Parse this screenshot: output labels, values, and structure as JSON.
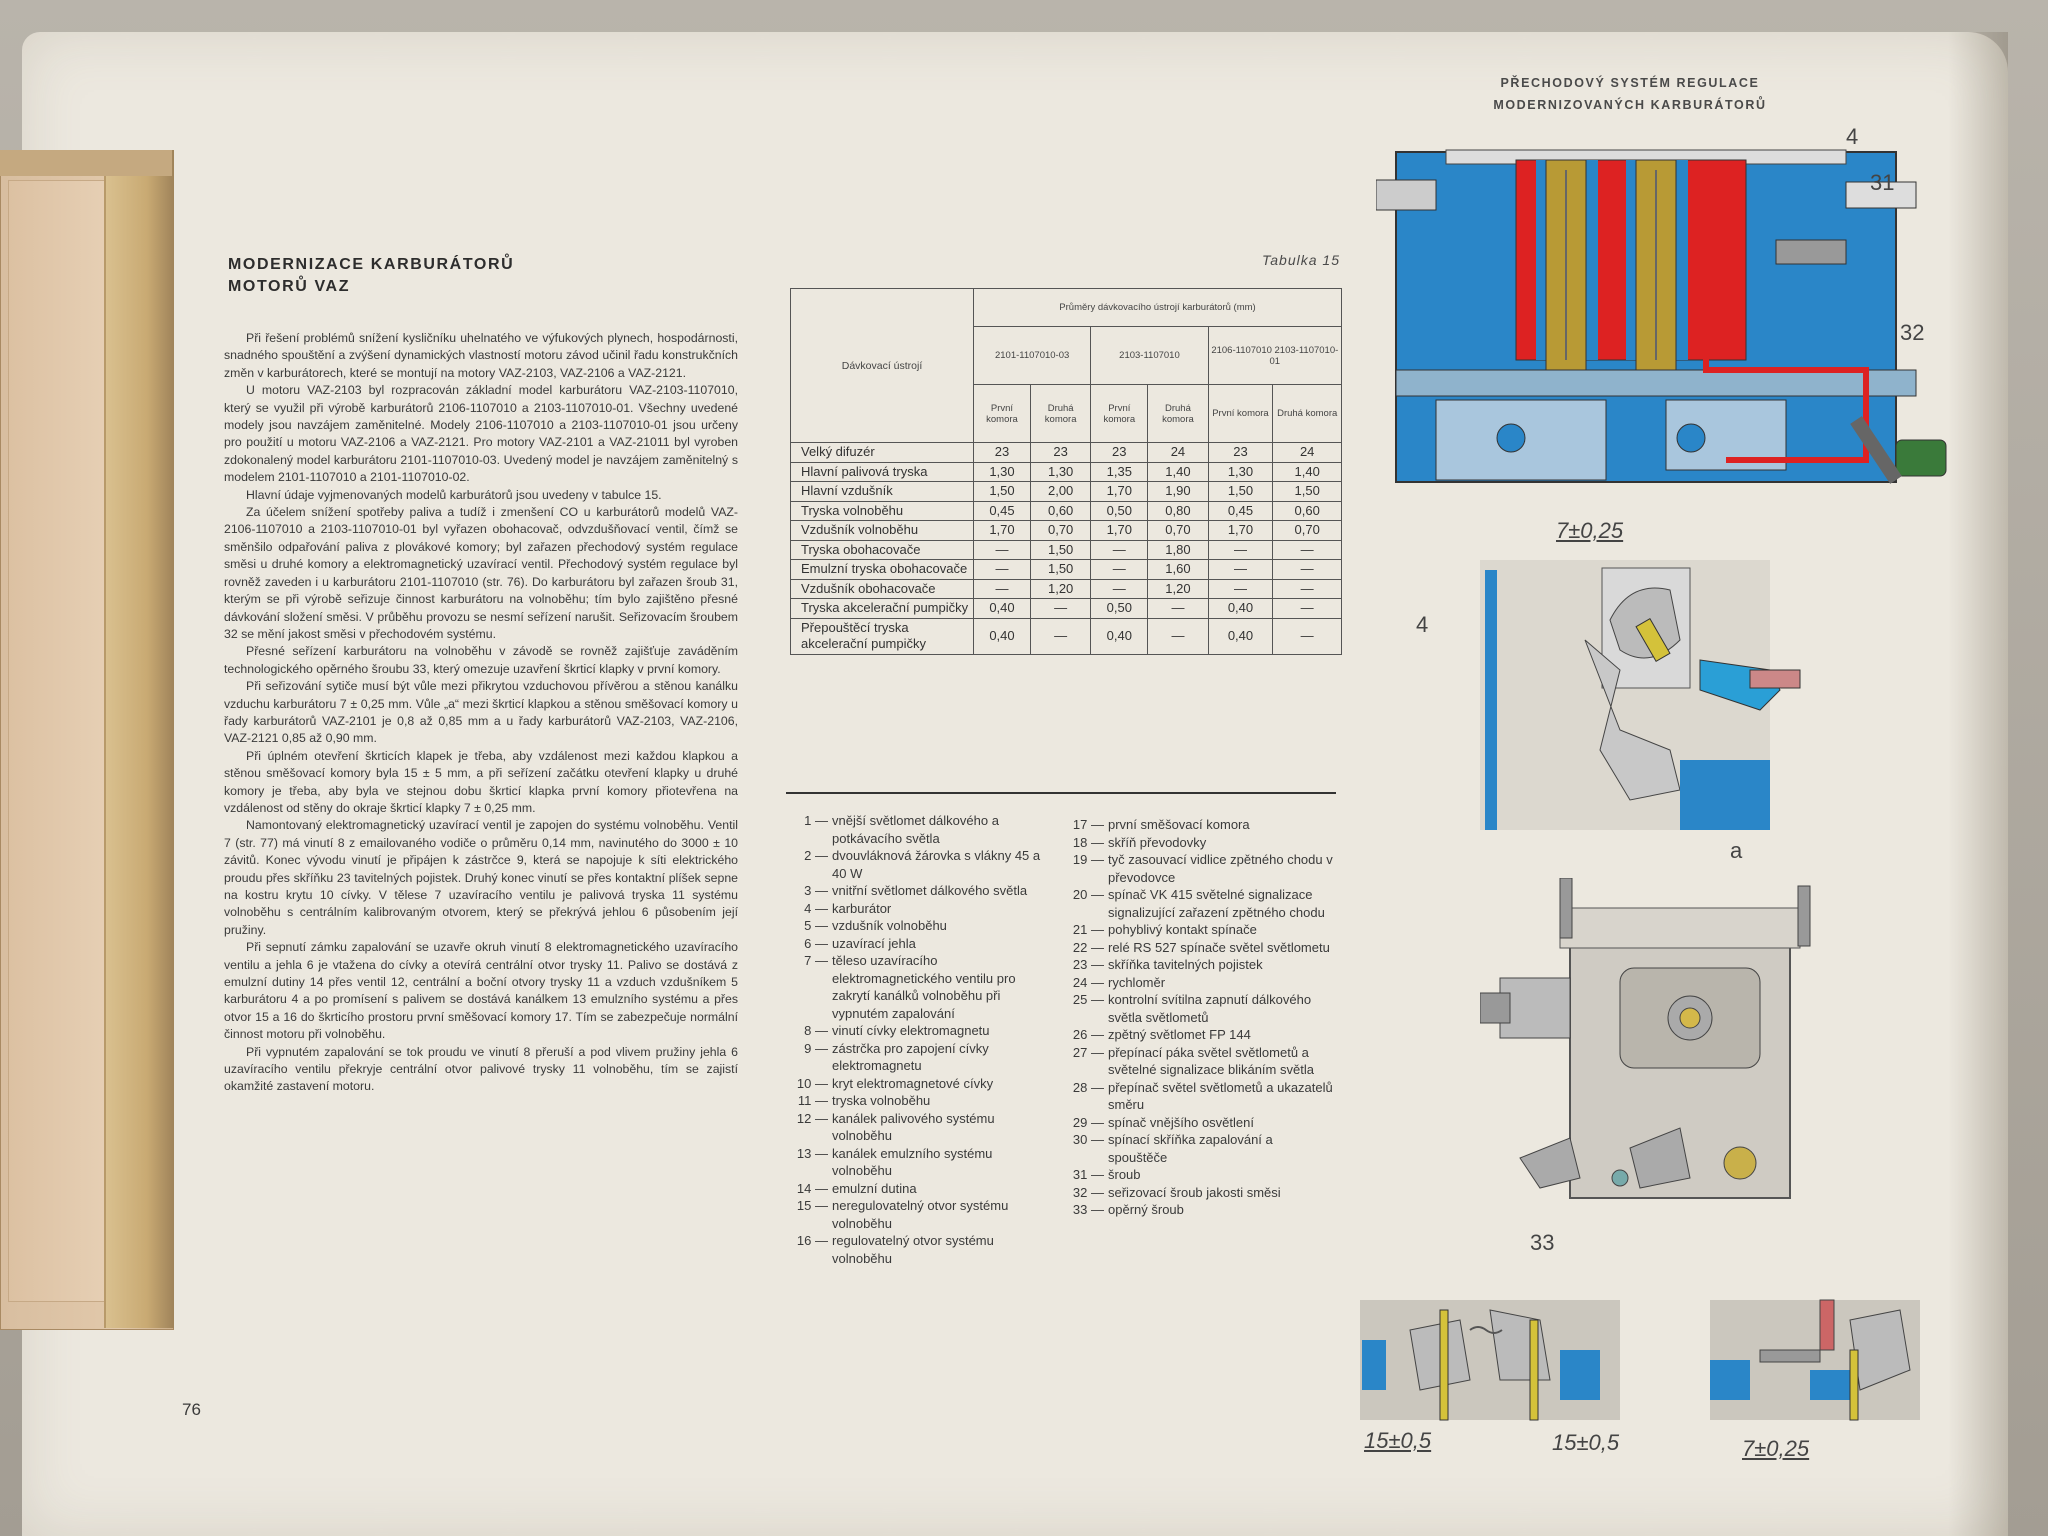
{
  "running_head": {
    "line1": "PŘECHODOVÝ SYSTÉM REGULACE",
    "line2": "MODERNIZOVANÝCH KARBURÁTORŮ"
  },
  "title": {
    "line1": "MODERNIZACE KARBURÁTORŮ",
    "line2": "MOTORŮ VAZ"
  },
  "body": [
    "Při řešení problémů snížení kysličníku uhelnatého ve výfukových plynech, hospodárnosti, snadného spouštění a zvýšení dynamických vlastností motoru závod učinil řadu konstrukčních změn v karburátorech, které se montují na motory VAZ-2103, VAZ-2106 a VAZ-2121.",
    "U motoru VAZ-2103 byl rozpracován základní model karburátoru VAZ-2103-1107010, který se využil při výrobě karburátorů 2106-1107010 a 2103-1107010-01. Všechny uvedené modely jsou navzájem zaměnitelné. Modely 2106-1107010 a 2103-1107010-01 jsou určeny pro použití u motoru VAZ-2106 a VAZ-2121. Pro motory VAZ-2101 a VAZ-21011 byl vyroben zdokonalený model karburátoru 2101-1107010-03. Uvedený model je navzájem zaměnitelný s modelem 2101-1107010 a 2101-1107010-02.",
    "Hlavní údaje vyjmenovaných modelů karburátorů jsou uvedeny v tabulce 15.",
    "Za účelem snížení spotřeby paliva a tudíž i zmenšení CO u karburátorů modelů VAZ-2106-1107010 a 2103-1107010-01 byl vyřazen obohacovač, odvzdušňovací ventil, čímž se směnšilo odpařování paliva z plovákové komory; byl zařazen přechodový systém regulace směsi u druhé komory a elektromagnetický uzavírací ventil. Přechodový systém regulace byl rovněž zaveden i u karburátoru 2101-1107010 (str. 76). Do karburátoru byl zařazen šroub 31, kterým se při výrobě seřizuje činnost karburátoru na volnoběhu; tím bylo zajištěno přesné dávkování složení směsi. V průběhu provozu se nesmí seřízení narušit. Seřizovacím šroubem 32 se mění jakost směsi v přechodovém systému.",
    "Přesné seřízení karburátoru na volnoběhu v závodě se rovněž zajišťuje zaváděním technologického opěrného šroubu 33, který omezuje uzavření škrticí klapky v první komory.",
    "Při seřizování sytiče musí být vůle mezi přikrytou vzduchovou přívěrou a stěnou kanálku vzduchu karburátoru 7 ± 0,25 mm. Vůle „a“ mezi škrticí klapkou a stěnou směšovací komory u řady karburátorů VAZ-2101 je 0,8 až 0,85 mm a u řady karburátorů VAZ-2103, VAZ-2106, VAZ-2121 0,85 až 0,90 mm.",
    "Při úplném otevření škrticích klapek je třeba, aby vzdálenost mezi každou klapkou a stěnou směšovací komory byla 15 ± 5 mm, a při seřízení začátku otevření klapky u druhé komory je třeba, aby byla ve stejnou dobu škrticí klapka první komory přiotevřena na vzdálenost od stěny do okraje škrticí klapky 7 ± 0,25 mm.",
    "Namontovaný elektromagnetický uzavírací ventil je zapojen do systému volnoběhu. Ventil 7 (str. 77) má vinutí 8 z emailovaného vodiče o průměru 0,14 mm, navinutého do 3000 ± 10 závitů. Konec vývodu vinutí je připájen k zástrčce 9, která se napojuje k síti elektrického proudu přes skříňku 23 tavitelných pojistek. Druhý konec vinutí se přes kontaktní plíšek sepne na kostru krytu 10 cívky. V tělese 7 uzavíracího ventilu je palivová tryska 11 systému volnoběhu s centrálním kalibrovaným otvorem, který se překrývá jehlou 6 působením její pružiny.",
    "Při sepnutí zámku zapalování se uzavře okruh vinutí 8 elektromagnetického uzavíracího ventilu a jehla 6 je vtažena do cívky a otevírá centrální otvor trysky 11. Palivo se dostává z emulzní dutiny 14 přes ventil 12, centrální a boční otvory trysky 11 a vzduch vzdušníkem 5 karburátoru 4 a po promísení s palivem se dostává kanálkem 13 emulzního systému a přes otvor 15 a 16 do škrticího prostoru první směšovací komory 17. Tím se zabezpečuje normální činnost motoru při volnoběhu.",
    "Při vypnutém zapalování se tok proudu ve vinutí 8 přeruší a pod vlivem pružiny jehla 6 uzavíracího ventilu překryje centrální otvor palivové trysky 11 volnoběhu, tím se zajistí okamžité zastavení motoru."
  ],
  "table": {
    "caption": "Tabulka 15",
    "row_header": "Dávkovací ústrojí",
    "group_header": "Průměry dávkovacího ústrojí karburátorů (mm)",
    "models": [
      "2101-1107010-03",
      "2103-1107010",
      "2106-1107010 2103-1107010-01"
    ],
    "sub": [
      "První komora",
      "Druhá komora",
      "První komora",
      "Druhá komora",
      "První komora",
      "Druhá komora"
    ],
    "rows": [
      {
        "label": "Velký difuzér",
        "v": [
          "23",
          "23",
          "23",
          "24",
          "23",
          "24"
        ]
      },
      {
        "label": "Hlavní palivová tryska",
        "v": [
          "1,30",
          "1,30",
          "1,35",
          "1,40",
          "1,30",
          "1,40"
        ]
      },
      {
        "label": "Hlavní vzdušník",
        "v": [
          "1,50",
          "2,00",
          "1,70",
          "1,90",
          "1,50",
          "1,50"
        ]
      },
      {
        "label": "Tryska volnoběhu",
        "v": [
          "0,45",
          "0,60",
          "0,50",
          "0,80",
          "0,45",
          "0,60"
        ]
      },
      {
        "label": "Vzdušník volnoběhu",
        "v": [
          "1,70",
          "0,70",
          "1,70",
          "0,70",
          "1,70",
          "0,70"
        ]
      },
      {
        "label": "Tryska obohacovače",
        "v": [
          "—",
          "1,50",
          "—",
          "1,80",
          "—",
          "—"
        ]
      },
      {
        "label": "Emulzní tryska obohacovače",
        "v": [
          "—",
          "1,50",
          "—",
          "1,60",
          "—",
          "—"
        ]
      },
      {
        "label": "Vzdušník obohacovače",
        "v": [
          "—",
          "1,20",
          "—",
          "1,20",
          "—",
          "—"
        ]
      },
      {
        "label": "Tryska akcelerační pumpičky",
        "v": [
          "0,40",
          "—",
          "0,50",
          "—",
          "0,40",
          "—"
        ]
      },
      {
        "label": "Přepouštěcí tryska akcelerační pumpičky",
        "v": [
          "0,40",
          "—",
          "0,40",
          "—",
          "0,40",
          "—"
        ]
      }
    ]
  },
  "legend_left": [
    {
      "n": "1 —",
      "t": "vnější světlomet dálkového a potkávacího světla"
    },
    {
      "n": "2 —",
      "t": "dvouvláknová žárovka s vlákny 45 a 40 W"
    },
    {
      "n": "3 —",
      "t": "vnitřní světlomet dálkového světla"
    },
    {
      "n": "4 —",
      "t": "karburátor"
    },
    {
      "n": "5 —",
      "t": "vzdušník volnoběhu"
    },
    {
      "n": "6 —",
      "t": "uzavírací jehla"
    },
    {
      "n": "7 —",
      "t": "těleso uzavíracího elektromagnetického ventilu pro zakrytí kanálků volnoběhu při vypnutém zapalování"
    },
    {
      "n": "8 —",
      "t": "vinutí cívky elektromagnetu"
    },
    {
      "n": "9 —",
      "t": "zástrčka pro zapojení cívky elektromagnetu"
    },
    {
      "n": "10 —",
      "t": "kryt elektromagnetové cívky"
    },
    {
      "n": "11 —",
      "t": "tryska volnoběhu"
    },
    {
      "n": "12 —",
      "t": "kanálek palivového systému volnoběhu"
    },
    {
      "n": "13 —",
      "t": "kanálek emulzního systému volnoběhu"
    },
    {
      "n": "14 —",
      "t": "emulzní dutina"
    },
    {
      "n": "15 —",
      "t": "neregulovatelný otvor systému volnoběhu"
    },
    {
      "n": "16 —",
      "t": "regulovatelný otvor systému volnoběhu"
    }
  ],
  "legend_right": [
    {
      "n": "17 —",
      "t": "první směšovací komora"
    },
    {
      "n": "18 —",
      "t": "skříň převodovky"
    },
    {
      "n": "19 —",
      "t": "tyč zasouvací vidlice zpětného chodu v převodovce"
    },
    {
      "n": "20 —",
      "t": "spínač VK 415 světelné signalizace signalizující zařazení zpětného chodu"
    },
    {
      "n": "21 —",
      "t": "pohyblivý kontakt spínače"
    },
    {
      "n": "22 —",
      "t": "relé RS 527 spínače světel světlometu"
    },
    {
      "n": "23 —",
      "t": "skříňka tavitelných pojistek"
    },
    {
      "n": "24 —",
      "t": "rychloměr"
    },
    {
      "n": "25 —",
      "t": "kontrolní svítilna zapnutí dálkového světla světlometů"
    },
    {
      "n": "26 —",
      "t": "zpětný světlomet FP 144"
    },
    {
      "n": "27 —",
      "t": "přepínací páka světel světlometů a světelné signalizace blikáním světla"
    },
    {
      "n": "28 —",
      "t": "přepínač světel světlometů a ukazatelů směru"
    },
    {
      "n": "29 —",
      "t": "spínač vnějšího osvětlení"
    },
    {
      "n": "30 —",
      "t": "spínací skříňka zapalování a spouštěče"
    },
    {
      "n": "31 —",
      "t": "šroub"
    },
    {
      "n": "32 —",
      "t": "seřizovací šroub jakosti směsi"
    },
    {
      "n": "33 —",
      "t": "opěrný šroub"
    }
  ],
  "figure_labels": {
    "top_4": "4",
    "top_31": "31",
    "top_32": "32",
    "mid_dim": "7±0,25",
    "mid_4": "4",
    "mid_a": "a",
    "low_33": "33",
    "bot_dim1": "15±0,5",
    "bot_dim2": "15±0,5",
    "bot_dim3": "7±0,25"
  },
  "page_number": "76"
}
